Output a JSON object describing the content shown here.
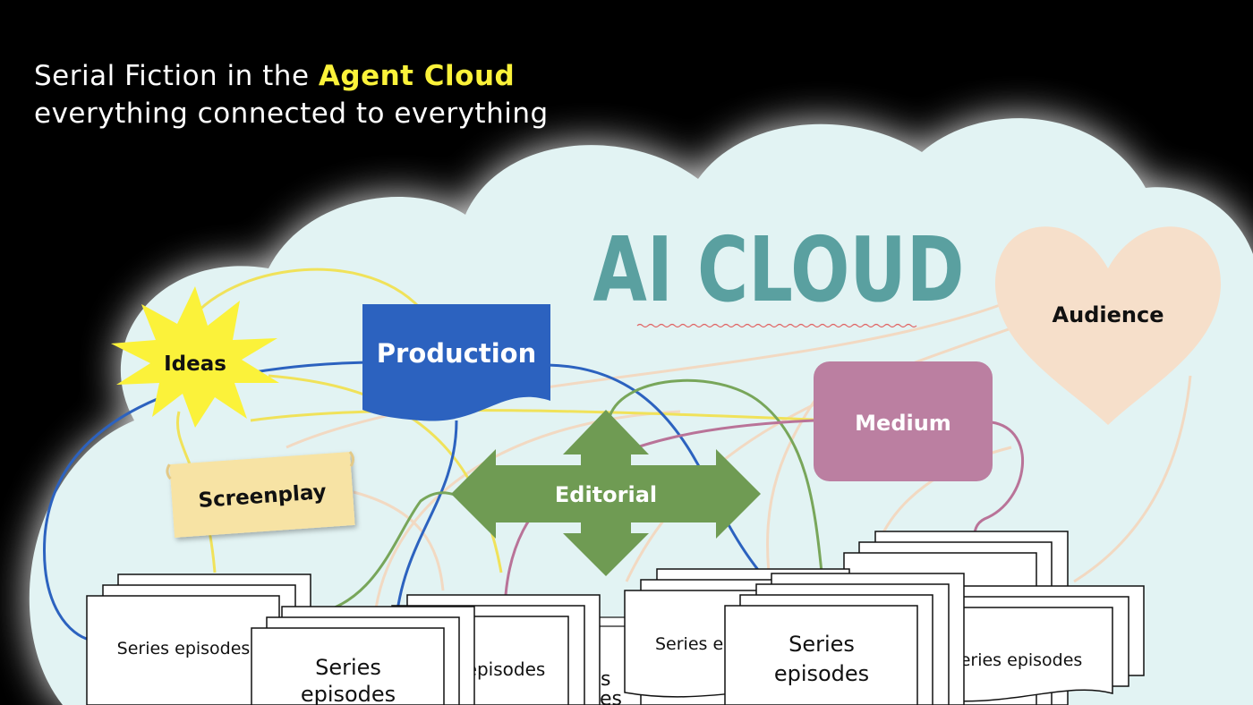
{
  "title": {
    "prefix": "Serial Fiction in the ",
    "highlight": "Agent Cloud",
    "subtitle": "everything connected to everything"
  },
  "cloud_label": "AI CLOUD",
  "nodes": {
    "ideas": "Ideas",
    "production": "Production",
    "screenplay": "Screenplay",
    "editorial": "Editorial",
    "medium": "Medium",
    "audience": "Audience"
  },
  "episodes": {
    "a": "Series episodes",
    "b1": "Series",
    "b2": "episodes",
    "c": "episodes",
    "d": "Series ep",
    "e1": "Series",
    "e2": "episodes",
    "f": "Series episodes"
  },
  "colors": {
    "background": "#000000",
    "cloud": "#e2f3f3",
    "title_highlight": "#fbf23a",
    "ideas": "#fbf23a",
    "production": "#2c62bf",
    "screenplay": "#f7e3a4",
    "editorial": "#6f9b53",
    "medium": "#bb7fa1",
    "audience": "#f6dfca",
    "cloud_label": "#5aa0a0"
  }
}
